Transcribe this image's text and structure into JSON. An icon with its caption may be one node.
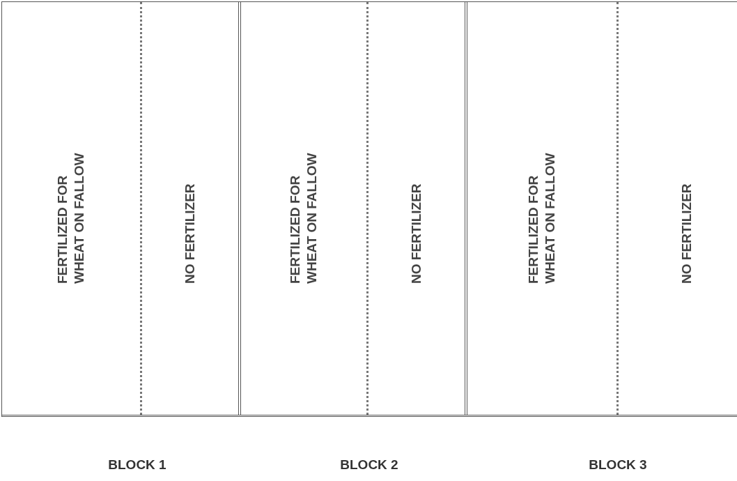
{
  "diagram": {
    "nodes": [
      {
        "text": [
          "FERTILIZED FOR WHEAT ON FALLOW"
        ]
      },
      {
        "text": [
          "NO FERTILIZER"
        ]
      },
      {
        "text": [
          "FERTILIZED FOR WHEAT ON FALLOW"
        ]
      },
      {
        "text": [
          "NO FERTILIZER"
        ]
      },
      {
        "text": [
          "FERTILIZED FOR WHEAT ON FALLOW"
        ]
      },
      {
        "text": [
          "NO FERTILIZER"
        ]
      }
    ],
    "labels": [
      "BLOCK 1",
      "BLOCK 2",
      "BLOCK 3"
    ]
  }
}
